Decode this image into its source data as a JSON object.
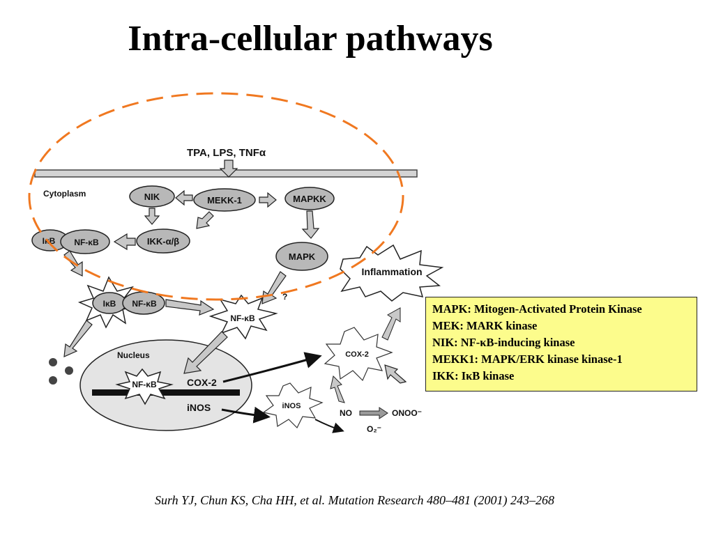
{
  "slide": {
    "title": "Intra-cellular pathways",
    "citation": "Surh YJ, Chun KS, Cha HH, et al. Mutation Research 480–481 (2001) 243–268"
  },
  "diagram": {
    "stimulus": "TPA, LPS, TNFα",
    "cytoplasm_label": "Cytoplasm",
    "nucleus_label": "Nucleus",
    "nodes": {
      "nik": "NIK",
      "mekk1": "MEKK-1",
      "mapkk": "MAPKK",
      "ikk": "IKK-α/β",
      "mapk": "MAPK",
      "ikb_top": "IκB",
      "nfkb_top": "NF-κB",
      "ikb_mid": "IκB",
      "nfkb_mid": "NF-κB",
      "nfkb_free": "NF-κB",
      "nfkb_nucleus": "NF-κB",
      "cox2_gene": "COX-2",
      "inos_gene": "iNOS",
      "cox2_protein": "COX-2",
      "inos_protein": "iNOS",
      "inflammation": "Inflammation",
      "no": "NO",
      "onoo": "ONOO⁻",
      "o2": "O₂⁻",
      "question_mark": "?"
    },
    "colors": {
      "highlight_circle": "#f07820",
      "legend_bg": "#fcfc8c",
      "node_fill": "#b8b8b8",
      "nucleus_fill": "#e4e4e4"
    }
  },
  "legend": {
    "lines": [
      "MAPK: Mitogen-Activated Protein Kinase",
      "MEK: MARK kinase",
      "NIK: NF-κB-inducing kinase",
      "MEKK1: MAPK/ERK kinase kinase-1",
      "IKK: IκB kinase"
    ]
  }
}
